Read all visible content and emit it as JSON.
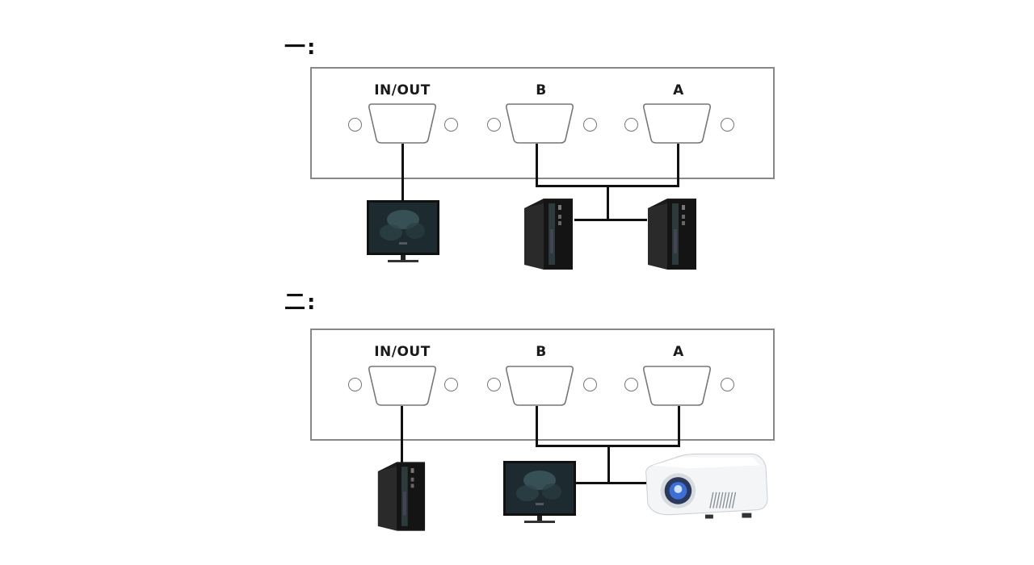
{
  "diagrams": [
    {
      "title": "一:",
      "ports": [
        {
          "label": "IN/OUT",
          "connected_device": "monitor"
        },
        {
          "label": "B",
          "connected_device": "computer-tower"
        },
        {
          "label": "A",
          "connected_device": "computer-tower"
        }
      ],
      "description": "One monitor on IN/OUT shared by two computers on B and A"
    },
    {
      "title": "二:",
      "ports": [
        {
          "label": "IN/OUT",
          "connected_device": "computer-tower"
        },
        {
          "label": "B",
          "connected_device": "monitor"
        },
        {
          "label": "A",
          "connected_device": "projector"
        }
      ],
      "description": "One computer on IN/OUT feeding a monitor on B and a projector on A"
    }
  ],
  "colors": {
    "background": "#ffffff",
    "panel_border": "#888888",
    "wire": "#111111",
    "label_text": "#1a1a1a"
  }
}
